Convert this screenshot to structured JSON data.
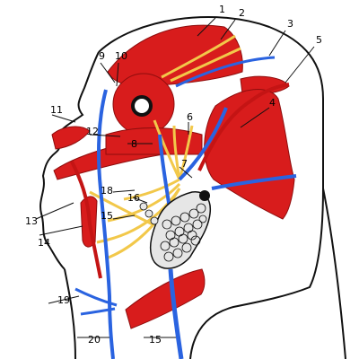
{
  "labels": {
    "l1": "1",
    "l2": "2",
    "l3": "3",
    "l4": "4",
    "l5": "5",
    "l6": "6",
    "l7": "7",
    "l8": "8",
    "l9": "9",
    "l10": "10",
    "l11": "11",
    "l12": "12",
    "l13": "13",
    "l14": "14",
    "l15a": "15",
    "l15b": "15",
    "l16": "16",
    "l18": "18",
    "l19": "19",
    "l20": "20"
  },
  "colors": {
    "muscle": "#d81c1c",
    "muscle_dark": "#8e0d0d",
    "vein": "#2a63e0",
    "nerve": "#f2c84a",
    "gland": "#e6e6e6",
    "outline": "#111111"
  }
}
